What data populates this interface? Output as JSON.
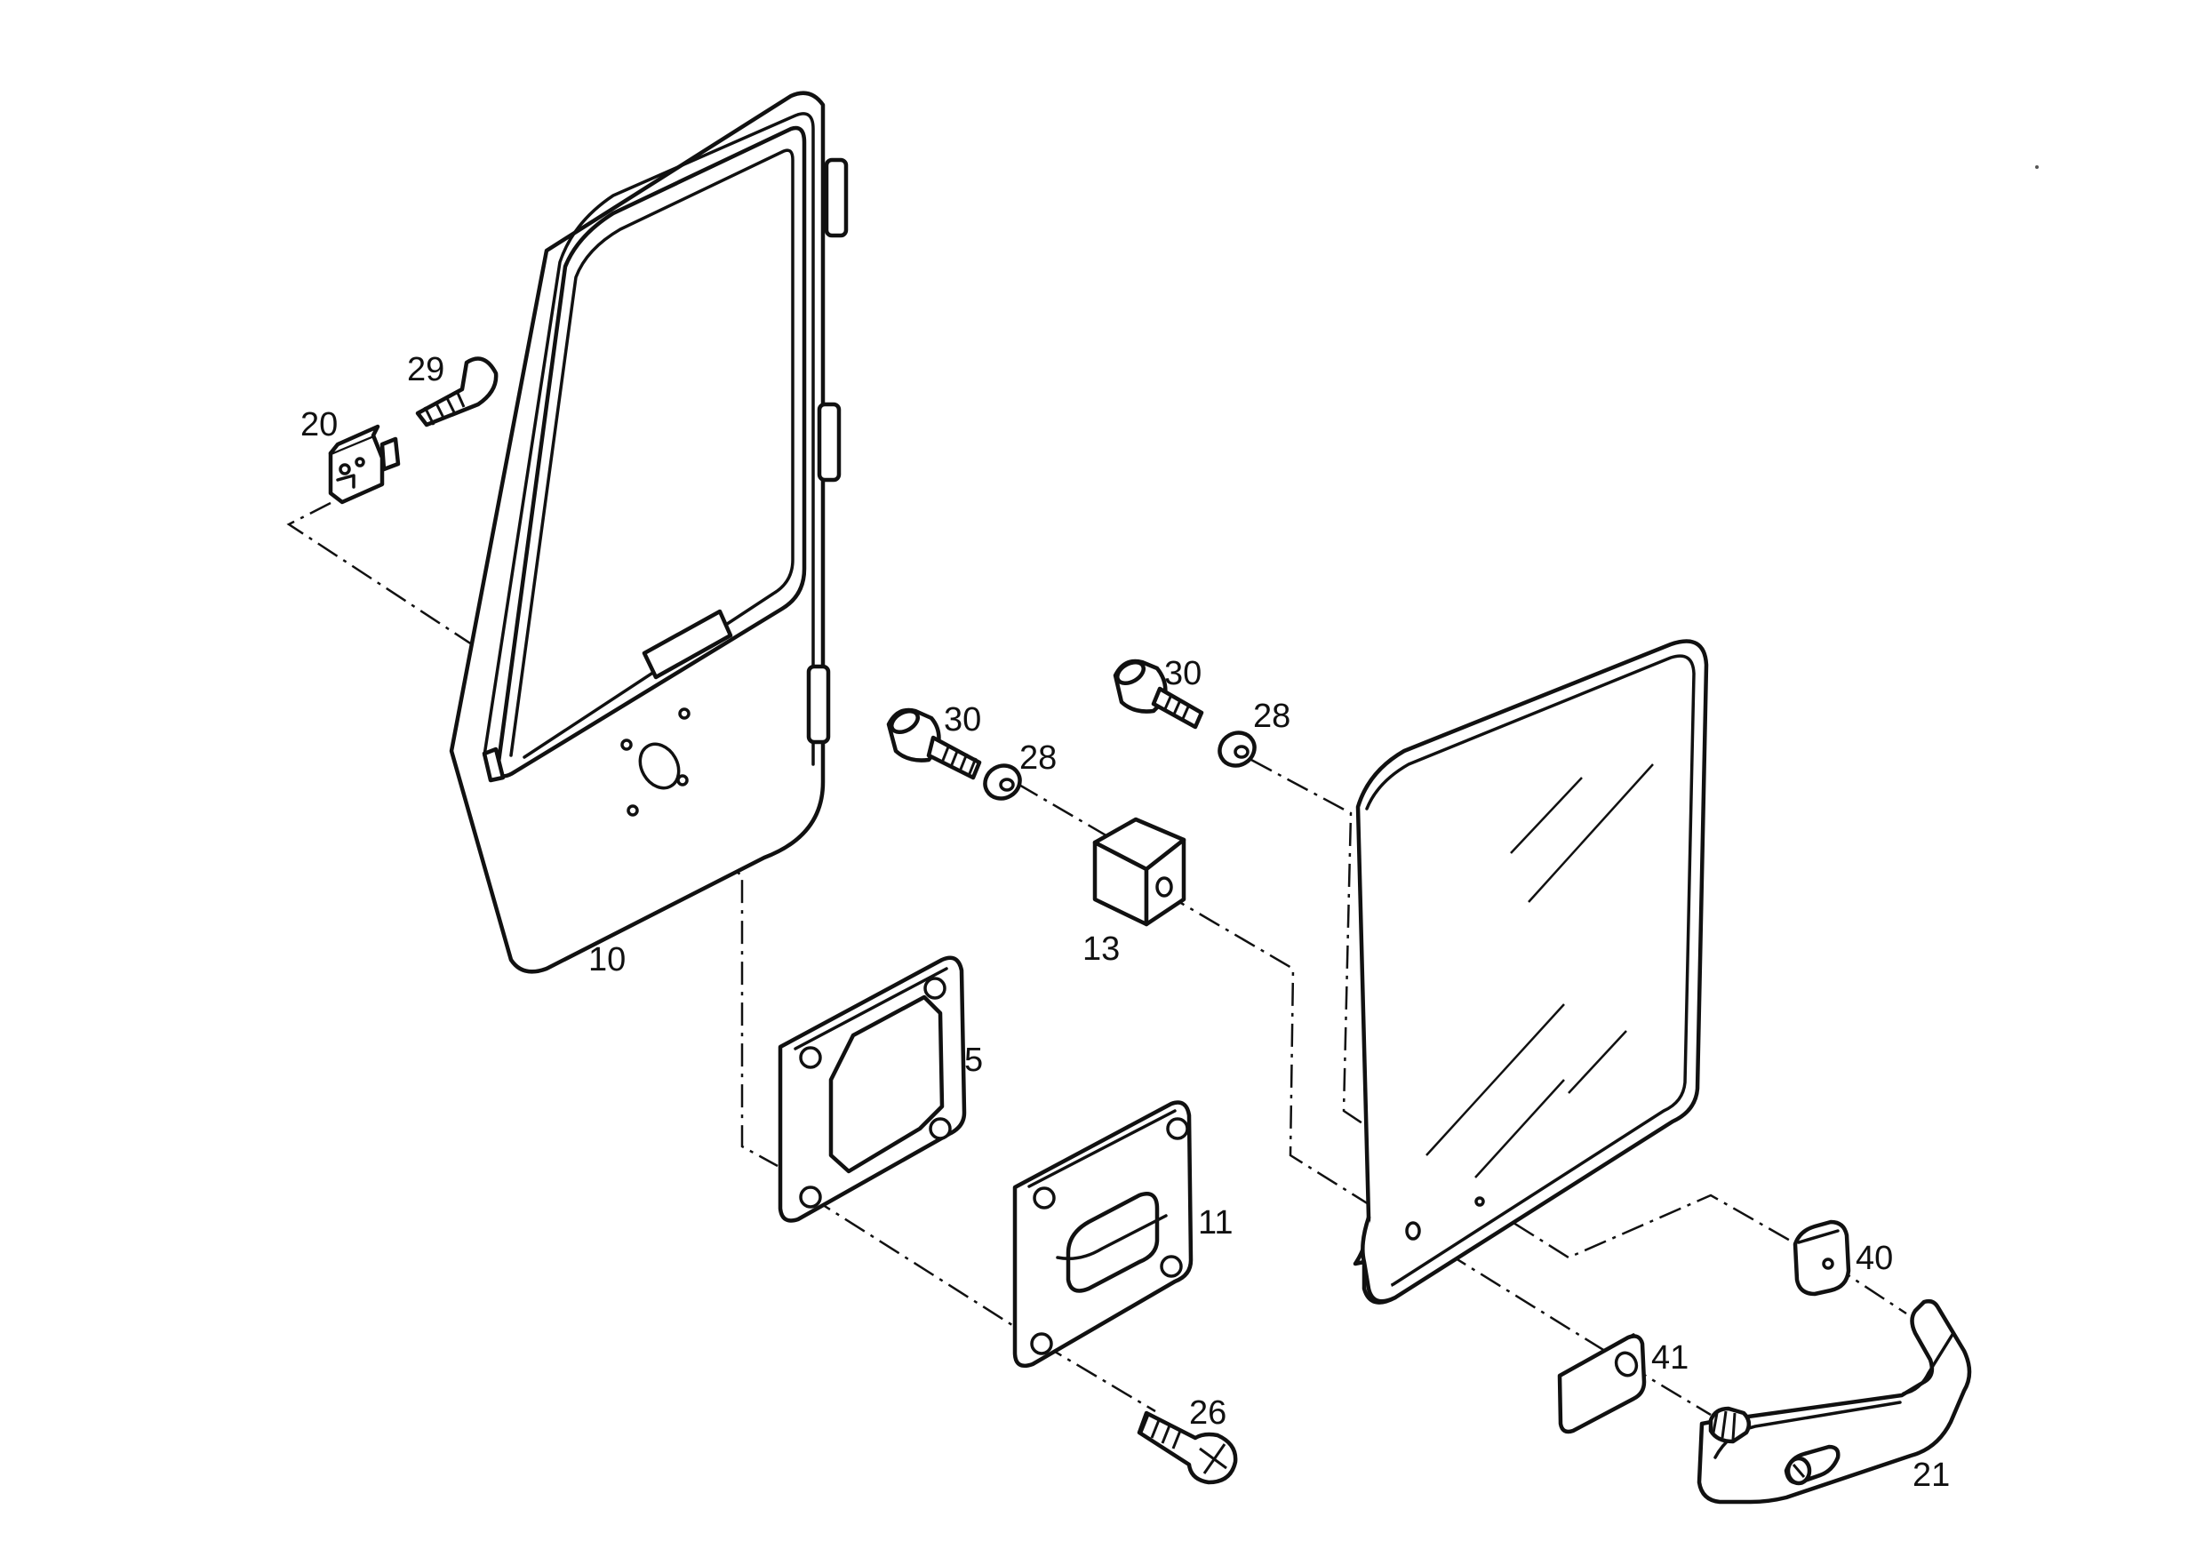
{
  "callouts": {
    "p5": "5",
    "p10": "10",
    "p11": "11",
    "p13": "13",
    "p20": "20",
    "p21": "21",
    "p26": "26",
    "p28a": "28",
    "p28b": "28",
    "p29": "29",
    "p30a": "30",
    "p30b": "30",
    "p40": "40",
    "p41": "41"
  }
}
